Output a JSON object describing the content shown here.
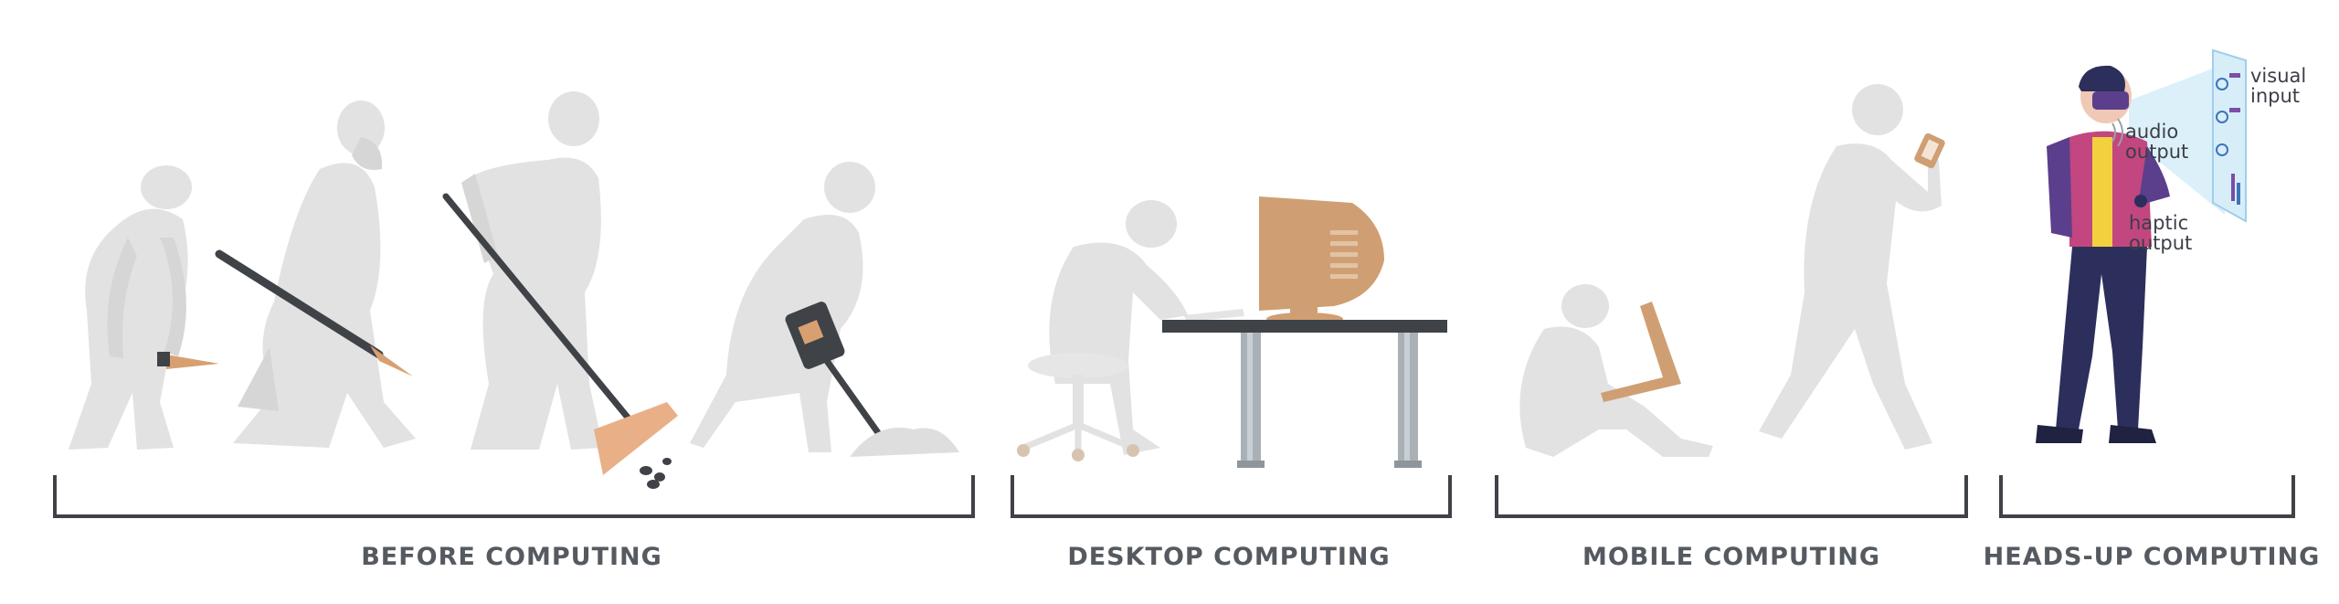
{
  "eras": [
    {
      "label": "BEFORE COMPUTING"
    },
    {
      "label": "DESKTOP COMPUTING"
    },
    {
      "label": "MOBILE COMPUTING"
    },
    {
      "label": "HEADS-UP COMPUTING"
    }
  ],
  "annotations": {
    "visual": "visual\ninput",
    "audio": "audio\noutput",
    "haptic": "haptic\noutput"
  },
  "colors": {
    "figure_gray": "#e2e2e2",
    "figure_gray_dark": "#d6d6d6",
    "tool_orange": "#d8a071",
    "monitor_tan": "#cf9f73",
    "dark_line": "#3f4247",
    "table_leg": "#a9b1b7",
    "vr_pink": "#c2467f",
    "vr_purple": "#5b3f8c",
    "vr_navy": "#2c2f5c",
    "screen_blue": "#bfe3f5"
  }
}
